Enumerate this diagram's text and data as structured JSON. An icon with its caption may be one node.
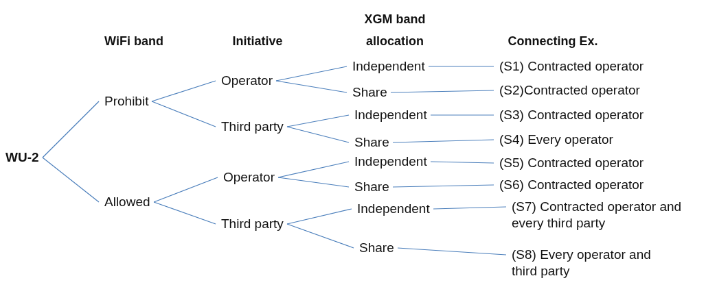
{
  "diagram": {
    "nodes": [
      {
        "text": [
          "WU-2"
        ]
      },
      {
        "text": [
          "Prohibit"
        ]
      },
      {
        "text": [
          "Allowed"
        ]
      },
      {
        "text": [
          "Operator"
        ]
      },
      {
        "text": [
          "Third party"
        ]
      },
      {
        "text": [
          "Operator"
        ]
      },
      {
        "text": [
          "Third party"
        ]
      },
      {
        "text": [
          "Independent"
        ]
      },
      {
        "text": [
          "Share"
        ]
      },
      {
        "text": [
          "Independent"
        ]
      },
      {
        "text": [
          "Share"
        ]
      },
      {
        "text": [
          "Independent"
        ]
      },
      {
        "text": [
          "Share"
        ]
      },
      {
        "text": [
          "Independent"
        ]
      },
      {
        "text": [
          "Share"
        ]
      },
      {
        "text": [
          "(S1) Contracted operator"
        ]
      },
      {
        "text": [
          "(S2)Contracted operator"
        ]
      },
      {
        "text": [
          "(S3) Contracted operator"
        ]
      },
      {
        "text": [
          "(S4) Every operator"
        ]
      },
      {
        "text": [
          "(S5) Contracted operator"
        ]
      },
      {
        "text": [
          "(S6) Contracted operator"
        ]
      },
      {
        "text": [
          "(S7) Contracted operator and every third party"
        ]
      },
      {
        "text": [
          "(S8) Every operator and third party"
        ]
      }
    ],
    "edges": [
      {
        "from": 0,
        "to": 1,
        "arrow": "none"
      },
      {
        "from": 0,
        "to": 2,
        "arrow": "none"
      },
      {
        "from": 1,
        "to": 3,
        "arrow": "none"
      },
      {
        "from": 1,
        "to": 4,
        "arrow": "none"
      },
      {
        "from": 2,
        "to": 5,
        "arrow": "none"
      },
      {
        "from": 2,
        "to": 6,
        "arrow": "none"
      },
      {
        "from": 3,
        "to": 7,
        "arrow": "none"
      },
      {
        "from": 3,
        "to": 8,
        "arrow": "none"
      },
      {
        "from": 4,
        "to": 9,
        "arrow": "none"
      },
      {
        "from": 4,
        "to": 10,
        "arrow": "none"
      },
      {
        "from": 5,
        "to": 11,
        "arrow": "none"
      },
      {
        "from": 5,
        "to": 12,
        "arrow": "none"
      },
      {
        "from": 6,
        "to": 13,
        "arrow": "none"
      },
      {
        "from": 6,
        "to": 14,
        "arrow": "none"
      },
      {
        "from": 7,
        "to": 15,
        "arrow": "none"
      },
      {
        "from": 8,
        "to": 16,
        "arrow": "none"
      },
      {
        "from": 9,
        "to": 17,
        "arrow": "none"
      },
      {
        "from": 10,
        "to": 18,
        "arrow": "none"
      },
      {
        "from": 11,
        "to": 19,
        "arrow": "none"
      },
      {
        "from": 12,
        "to": 20,
        "arrow": "none"
      },
      {
        "from": 13,
        "to": 21,
        "arrow": "none"
      },
      {
        "from": 14,
        "to": 22,
        "arrow": "none"
      }
    ],
    "labels": [
      "WiFi band",
      "Initiative",
      "XGM band allocation",
      "Connecting Ex."
    ]
  }
}
